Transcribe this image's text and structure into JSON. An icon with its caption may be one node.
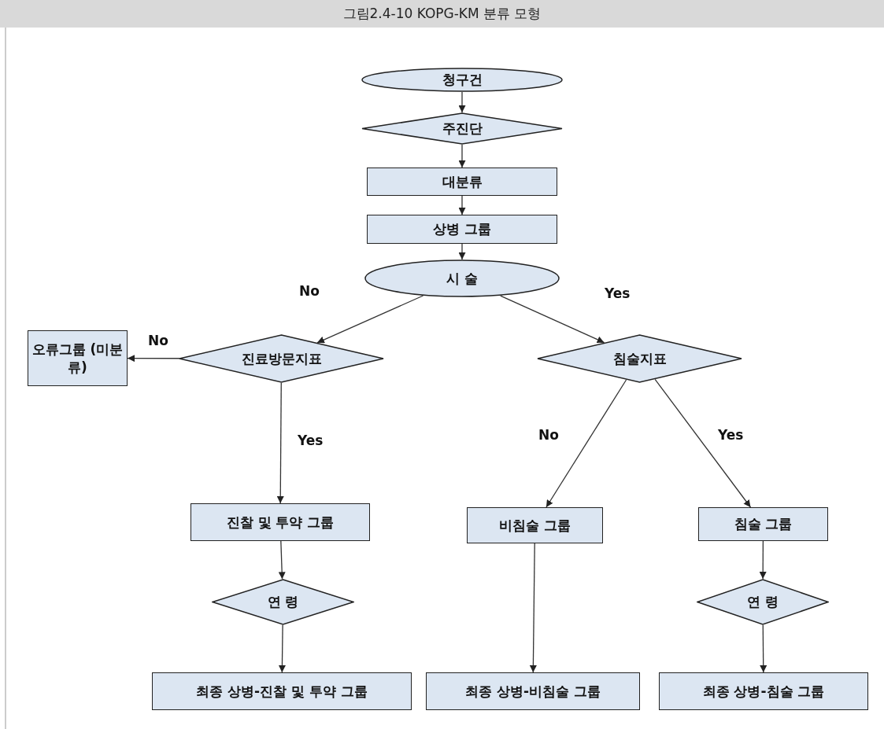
{
  "diagram": {
    "title": "그림2.4-10 KOPG-KM 분류 모형",
    "nodes": [
      {
        "text": [
          "청구건"
        ]
      },
      {
        "text": [
          "주진단"
        ]
      },
      {
        "text": [
          "대분류"
        ]
      },
      {
        "text": [
          "상병 그룹"
        ]
      },
      {
        "text": [
          "시 술"
        ]
      },
      {
        "text": [
          "진료방문지표"
        ]
      },
      {
        "text": [
          "침술지표"
        ]
      },
      {
        "text": [
          "오류그룹 (미분류)"
        ]
      },
      {
        "text": [
          "진찰 및 투약 그룹"
        ]
      },
      {
        "text": [
          "비침술 그룹"
        ]
      },
      {
        "text": [
          "침술 그룹"
        ]
      },
      {
        "text": [
          "연 령"
        ]
      },
      {
        "text": [
          "연 령"
        ]
      },
      {
        "text": [
          "최종 상병-진찰 및 투약 그룹"
        ]
      },
      {
        "text": [
          "최종 상병-비침술 그룹"
        ]
      },
      {
        "text": [
          "최종 상병-침술 그룹"
        ]
      }
    ],
    "edges": [
      {
        "from": 0,
        "to": 1,
        "arrow": "to"
      },
      {
        "from": 1,
        "to": 2,
        "arrow": "to"
      },
      {
        "from": 2,
        "to": 3,
        "arrow": "to"
      },
      {
        "from": 3,
        "to": 4,
        "arrow": "to"
      },
      {
        "from": 4,
        "to": 5,
        "arrow": "to",
        "label": "No"
      },
      {
        "from": 4,
        "to": 6,
        "arrow": "to",
        "label": "Yes"
      },
      {
        "from": 5,
        "to": 7,
        "arrow": "to",
        "label": "No"
      },
      {
        "from": 5,
        "to": 8,
        "arrow": "to",
        "label": "Yes"
      },
      {
        "from": 6,
        "to": 9,
        "arrow": "to",
        "label": "No"
      },
      {
        "from": 6,
        "to": 10,
        "arrow": "to",
        "label": "Yes"
      },
      {
        "from": 8,
        "to": 11,
        "arrow": "to"
      },
      {
        "from": 11,
        "to": 13,
        "arrow": "to"
      },
      {
        "from": 9,
        "to": 14,
        "arrow": "to"
      },
      {
        "from": 10,
        "to": 12,
        "arrow": "to"
      },
      {
        "from": 12,
        "to": 15,
        "arrow": "to"
      }
    ]
  }
}
